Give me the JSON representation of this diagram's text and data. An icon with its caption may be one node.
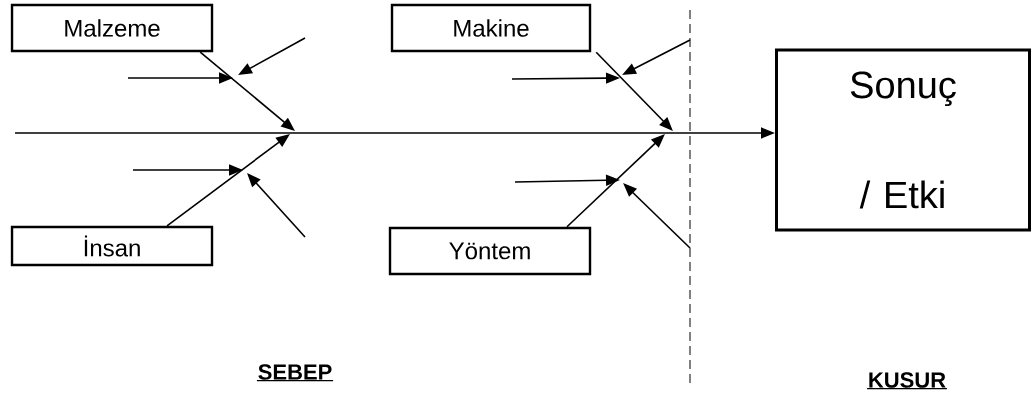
{
  "diagram": {
    "nodes": [
      {
        "text": [
          "Malzeme"
        ]
      },
      {
        "text": [
          "Makine"
        ]
      },
      {
        "text": [
          "İnsan"
        ]
      },
      {
        "text": [
          "Yöntem"
        ]
      },
      {
        "text": [
          "Sonuç / Etki"
        ]
      }
    ],
    "edges": [
      {
        "from": 0,
        "to": null,
        "arrow": "to"
      },
      {
        "from": 2,
        "to": null,
        "arrow": "to"
      },
      {
        "from": 1,
        "to": null,
        "arrow": "to"
      },
      {
        "from": 3,
        "to": null,
        "arrow": "to"
      },
      {
        "from": null,
        "to": 4,
        "arrow": "to"
      }
    ],
    "labels": [
      "SEBEP",
      "KUSUR"
    ]
  }
}
